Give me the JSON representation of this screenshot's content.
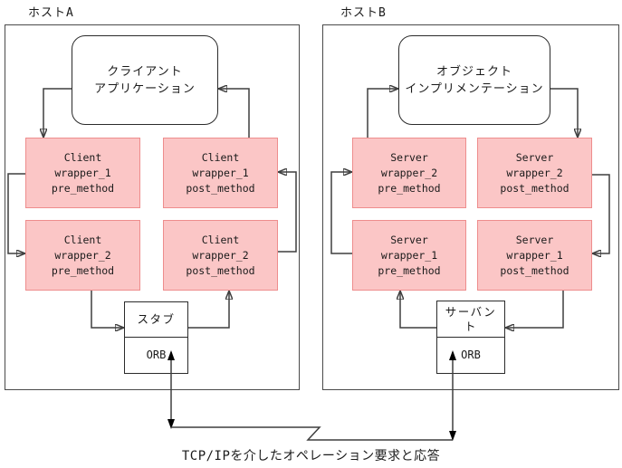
{
  "caption": "TCP/IPを介したオペレーション要求と応答",
  "hosts": [
    {
      "label": "ホストA",
      "app": {
        "line1": "クライアント",
        "line2": "アプリケーション"
      },
      "wrappers": [
        {
          "role": "Client",
          "name": "wrapper_1",
          "method": "pre_method"
        },
        {
          "role": "Client",
          "name": "wrapper_1",
          "method": "post_method"
        },
        {
          "role": "Client",
          "name": "wrapper_2",
          "method": "pre_method"
        },
        {
          "role": "Client",
          "name": "wrapper_2",
          "method": "post_method"
        }
      ],
      "adapter": {
        "line1": "スタブ",
        "line2": ""
      },
      "orb": "ORB"
    },
    {
      "label": "ホストB",
      "app": {
        "line1": "オブジェクト",
        "line2": "インプリメンテーション"
      },
      "wrappers": [
        {
          "role": "Server",
          "name": "wrapper_2",
          "method": "pre_method"
        },
        {
          "role": "Server",
          "name": "wrapper_2",
          "method": "post_method"
        },
        {
          "role": "Server",
          "name": "wrapper_1",
          "method": "pre_method"
        },
        {
          "role": "Server",
          "name": "wrapper_1",
          "method": "post_method"
        }
      ],
      "adapter": {
        "line1": "サーバン",
        "line2": "ト"
      },
      "orb": "ORB"
    }
  ],
  "colors": {
    "wrapper_fill": "#fbc6c6",
    "wrapper_border": "#ee8d8d",
    "line_color": "#3f3f3f"
  }
}
